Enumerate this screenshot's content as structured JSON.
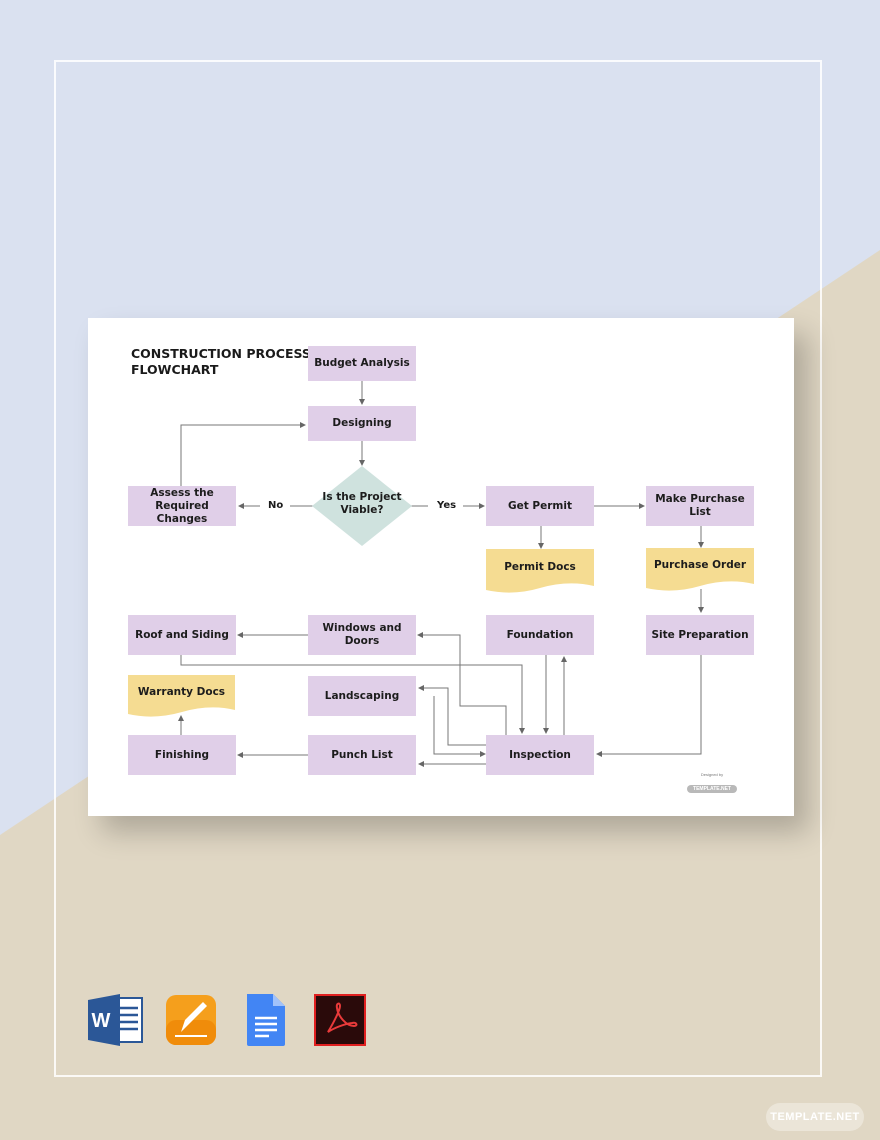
{
  "title": "CONSTRUCTION PROCESS FLOWCHART",
  "colors": {
    "process": "#e0cfe8",
    "decision": "#cfe2de",
    "document": "#f5dc92",
    "background_top": "#dae1f0",
    "background_bottom": "#e0d7c4"
  },
  "nodes": {
    "budget_analysis": "Budget Analysis",
    "designing": "Designing",
    "decision": "Is the Project Viable?",
    "assess_changes": "Assess the Required Changes",
    "get_permit": "Get Permit",
    "make_purchase_list": "Make Purchase List",
    "permit_docs": "Permit Docs",
    "purchase_order": "Purchase Order",
    "roof_and_siding": "Roof and Siding",
    "windows_and_doors": "Windows and Doors",
    "foundation": "Foundation",
    "site_preparation": "Site Preparation",
    "warranty_docs": "Warranty Docs",
    "landscaping": "Landscaping",
    "finishing": "Finishing",
    "punch_list": "Punch List",
    "inspection": "Inspection"
  },
  "edge_labels": {
    "no": "No",
    "yes": "Yes"
  },
  "credit": {
    "designed_by": "Designed by",
    "brand": "TEMPLATE.NET"
  },
  "icons": [
    "word-icon",
    "pages-icon",
    "google-docs-icon",
    "acrobat-pdf-icon"
  ],
  "watermark": "TEMPLATE.NET"
}
